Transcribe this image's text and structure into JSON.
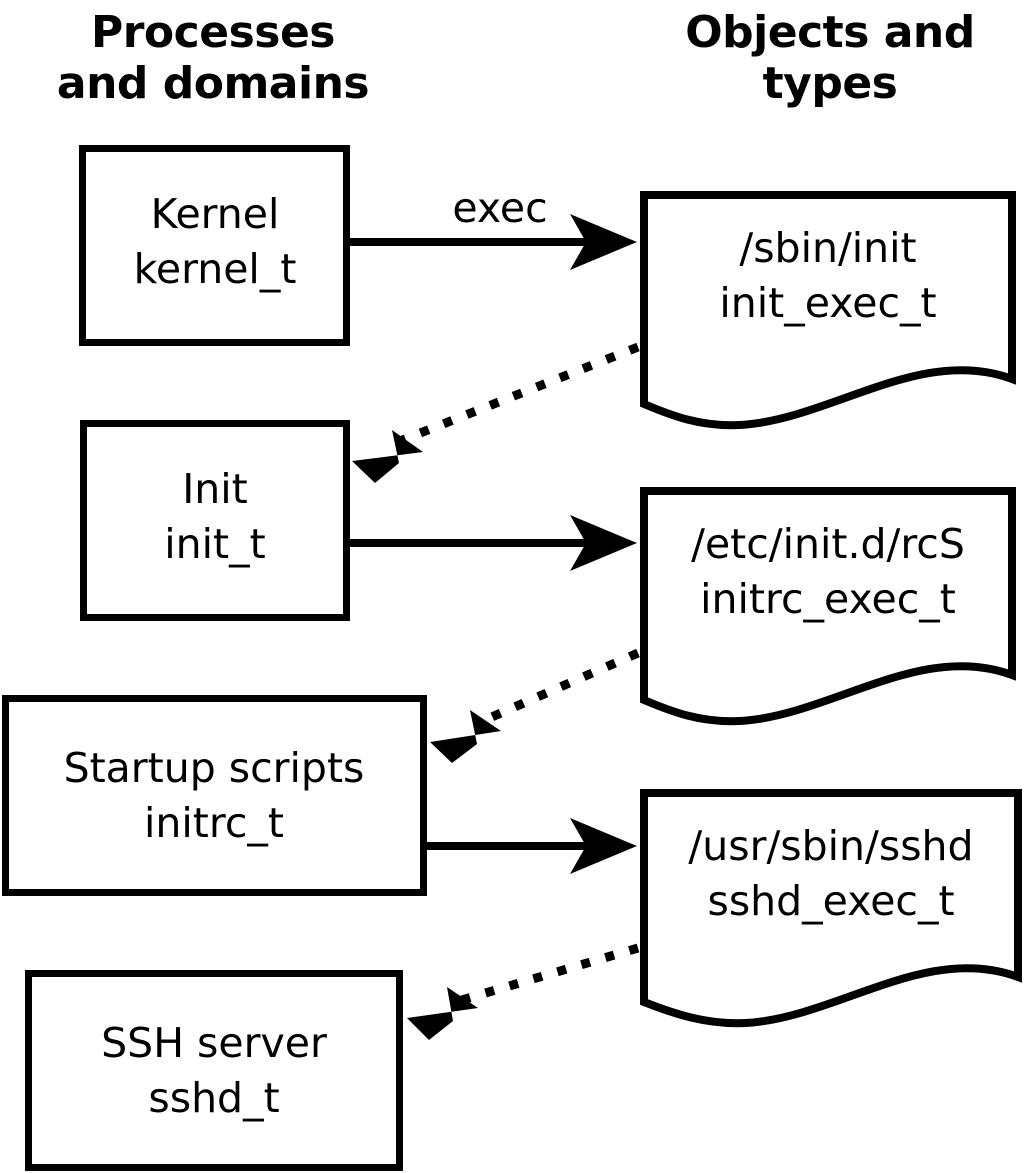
{
  "columns": {
    "left": {
      "line1": "Processes",
      "line2": "and domains"
    },
    "right": {
      "line1": "Objects and",
      "line2": "types"
    }
  },
  "process_nodes": [
    {
      "name": "Kernel",
      "type": "kernel_t"
    },
    {
      "name": "Init",
      "type": "init_t"
    },
    {
      "name": "Startup scripts",
      "type": "initrc_t"
    },
    {
      "name": "SSH server",
      "type": "sshd_t"
    }
  ],
  "object_nodes": [
    {
      "path": "/sbin/init",
      "type": "init_exec_t"
    },
    {
      "path": "/etc/init.d/rcS",
      "type": "initrc_exec_t"
    },
    {
      "path": "/usr/sbin/sshd",
      "type": "sshd_exec_t"
    }
  ],
  "edges": {
    "exec_label": "exec"
  },
  "colors": {
    "stroke": "#000000",
    "fill": "#ffffff",
    "background": "#ffffff"
  }
}
